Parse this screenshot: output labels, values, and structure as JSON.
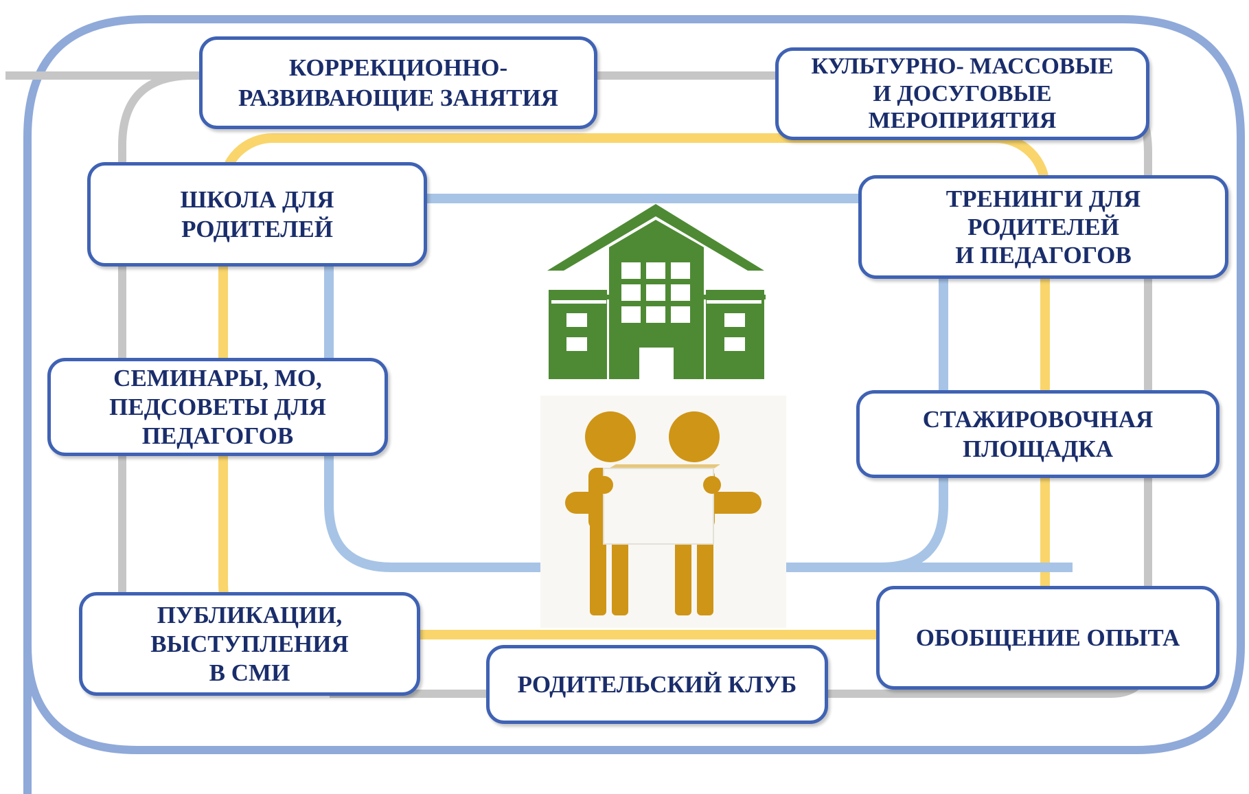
{
  "nodes": {
    "correctional": {
      "lines": [
        "КОРРЕКЦИОННО-",
        "РАЗВИВАЮЩИЕ ЗАНЯТИЯ"
      ]
    },
    "cultural": {
      "lines": [
        "КУЛЬТУРНО- МАССОВЫЕ",
        "И ДОСУГОВЫЕ",
        "МЕРОПРИЯТИЯ"
      ]
    },
    "parent_school": {
      "lines": [
        "ШКОЛА ДЛЯ",
        "РОДИТЕЛЕЙ"
      ]
    },
    "trainings": {
      "lines": [
        "ТРЕНИНГИ ДЛЯ",
        "РОДИТЕЛЕЙ",
        "И ПЕДАГОГОВ"
      ]
    },
    "seminars": {
      "lines": [
        "СЕМИНАРЫ, МО,",
        "ПЕДСОВЕТЫ ДЛЯ",
        "ПЕДАГОГОВ"
      ]
    },
    "internship": {
      "lines": [
        "СТАЖИРОВОЧНАЯ",
        "ПЛОЩАДКА"
      ]
    },
    "publications": {
      "lines": [
        "ПУБЛИКАЦИИ,",
        "ВЫСТУПЛЕНИЯ",
        "В СМИ"
      ]
    },
    "experience": {
      "lines": [
        "ОБОБЩЕНИЕ ОПЫТА"
      ]
    },
    "parent_club": {
      "lines": [
        "РОДИТЕЛЬСКИЙ КЛУБ"
      ]
    }
  },
  "icons": [
    "school-building-icon",
    "two-people-holding-sign-icon"
  ],
  "colors": {
    "outer_frame": "#8fa9d9",
    "gray_track": "#c6c6c6",
    "yellow_track": "#f9d56b",
    "blue_track": "#a7c4e6",
    "box_border": "#3f62b4",
    "box_text": "#1a2d6b",
    "building": "#4e8a34",
    "people": "#cf9516"
  }
}
